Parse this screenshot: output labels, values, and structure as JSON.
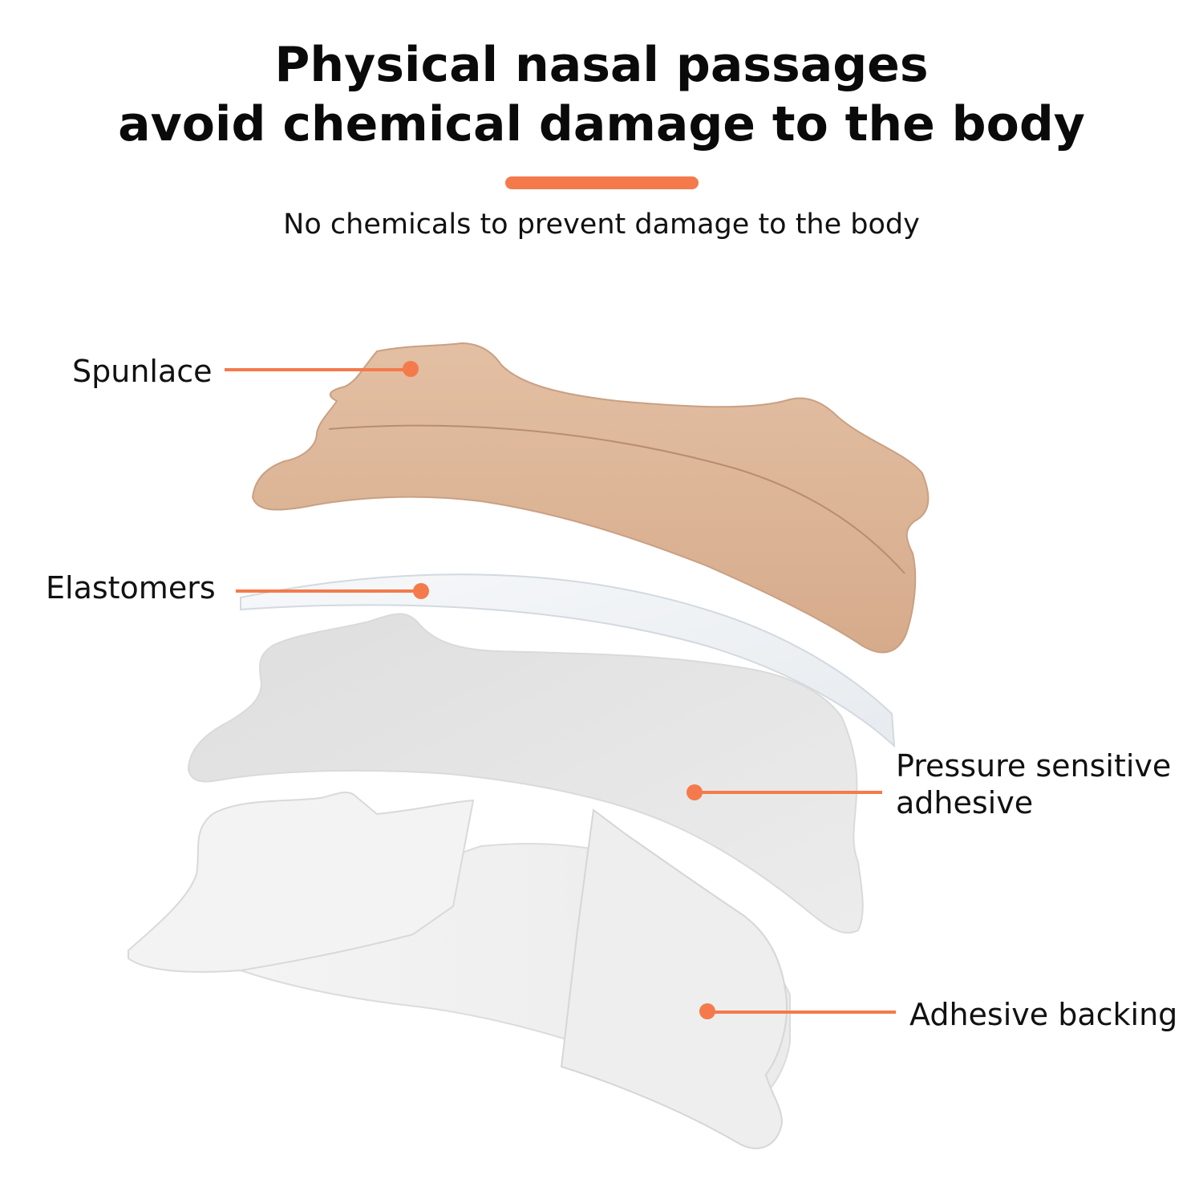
{
  "header": {
    "title_line1": "Physical nasal passages",
    "title_line2": "avoid chemical damage to the body",
    "subtitle": "No chemicals to prevent damage to the body"
  },
  "layers": {
    "spunlace": "Spunlace",
    "elastomers": "Elastomers",
    "pressure_line1": "Pressure sensitive",
    "pressure_line2": "adhesive",
    "backing": "Adhesive backing"
  },
  "colors": {
    "accent": "#f47a4c",
    "spunlace": "#ddb597",
    "spunlace_edge": "#c9a083",
    "elastomer": "#f1f4f7",
    "elastomer_edge": "#d7dce2",
    "adhesive": "#e4e4e4",
    "backing": "#f1f1f1",
    "backing_edge": "#d9d9d9",
    "text": "#111111"
  }
}
